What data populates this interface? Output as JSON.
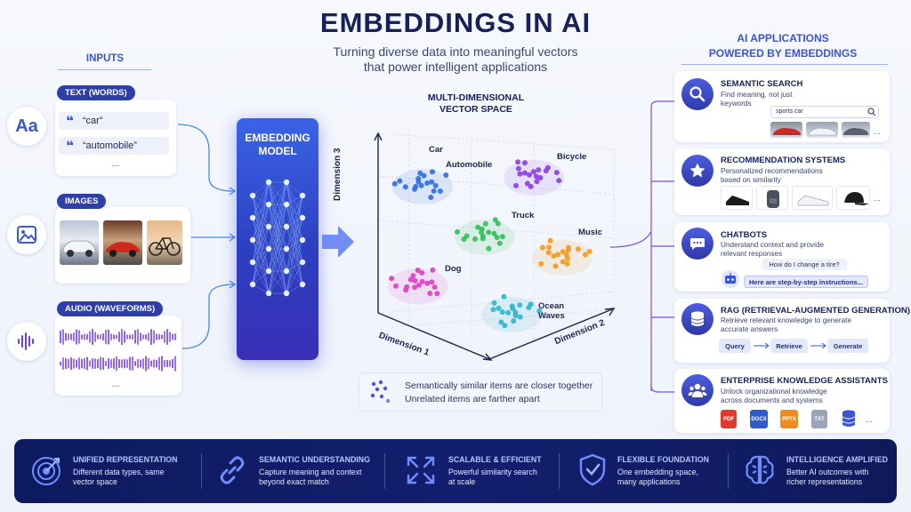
{
  "header": {
    "title": "EMBEDDINGS IN AI",
    "subtitle_line1": "Turning diverse data into meaningful vectors",
    "subtitle_line2": "that power intelligent applications"
  },
  "inputs": {
    "label": "INPUTS",
    "text": {
      "pill": "TEXT (WORDS)",
      "icon_text": "Aa",
      "words": [
        "“car”",
        "“automobile”"
      ],
      "more": "..."
    },
    "images": {
      "pill": "IMAGES",
      "more": ""
    },
    "audio": {
      "pill": "AUDIO (WAVEFORMS)",
      "more": "..."
    }
  },
  "model": {
    "line1": "EMBEDDING",
    "line2": "MODEL"
  },
  "vector_space": {
    "title_line1": "MULTI-DIMENSIONAL",
    "title_line2": "VECTOR SPACE",
    "clusters": [
      "Car",
      "Automobile",
      "Bicycle",
      "Truck",
      "Music",
      "Dog",
      "Ocean",
      "Waves"
    ],
    "dim1": "Dimension 1",
    "dim2": "Dimension 2",
    "dim3": "Dimension 3"
  },
  "legend": {
    "line1": "Semantically similar items are closer together",
    "line2": "Unrelated items are farther apart"
  },
  "applications": {
    "label_line1": "AI APPLICATIONS",
    "label_line2": "POWERED BY EMBEDDINGS",
    "semantic_search": {
      "title": "SEMANTIC SEARCH",
      "desc1": "Find meaning, not just",
      "desc2": "keywords",
      "query": "sports car",
      "more": "..."
    },
    "recommendation": {
      "title": "RECOMMENDATION SYSTEMS",
      "desc1": "Personalized recommendations",
      "desc2": "based on similarity",
      "more": "..."
    },
    "chatbots": {
      "title": "CHATBOTS",
      "desc1": "Understand context and provide",
      "desc2": "relevant responses",
      "question": "How do I change a tire?",
      "answer": "Here are step-by-step instructions..."
    },
    "rag": {
      "title": "RAG (RETRIEVAL-AUGMENTED GENERATION)",
      "desc1": "Retrieve relevant knowledge to generate",
      "desc2": "accurate answers",
      "steps": [
        "Query",
        "Retrieve",
        "Generate"
      ]
    },
    "enterprise": {
      "title": "ENTERPRISE KNOWLEDGE ASSISTANTS",
      "desc1": "Unlock organizational knowledge",
      "desc2": "across documents and systems",
      "files": [
        "PDF",
        "DOCX",
        "PPTX",
        "TXT"
      ],
      "more": "..."
    }
  },
  "benefits": [
    {
      "title": "UNIFIED REPRESENTATION",
      "desc1": "Different data types, same",
      "desc2": "vector space"
    },
    {
      "title": "SEMANTIC UNDERSTANDING",
      "desc1": "Capture meaning and context",
      "desc2": "beyond exact match"
    },
    {
      "title": "SCALABLE & EFFICIENT",
      "desc1": "Powerful similarity search",
      "desc2": "at scale"
    },
    {
      "title": "FLEXIBLE FOUNDATION",
      "desc1": "One embedding space,",
      "desc2": "many applications"
    },
    {
      "title": "INTELLIGENCE AMPLIFIED",
      "desc1": "Better AI outcomes with",
      "desc2": "richer representations"
    }
  ],
  "colors": {
    "accent": "#3a55d6",
    "navy": "#16215a",
    "cluster_blue": "#2f6de0",
    "cluster_purple": "#8a3fe0",
    "cluster_green": "#2fbf55",
    "cluster_orange": "#f29a22",
    "cluster_pink": "#d93fc2",
    "cluster_teal": "#2fb6c9"
  }
}
